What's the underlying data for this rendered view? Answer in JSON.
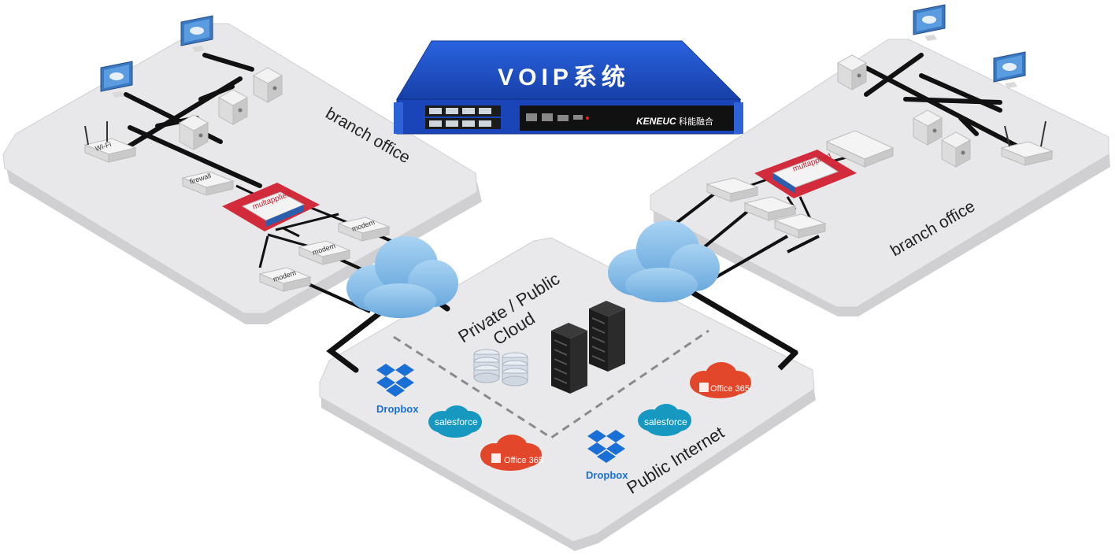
{
  "device": {
    "title": "VOIP系统",
    "brand": "KENEUC",
    "brand_cn": "科能融合"
  },
  "left_branch": {
    "title": "branch office",
    "wifi": "Wi-Fi",
    "firewall": "firewall",
    "router_brand": "multapplied",
    "modems": [
      "modem",
      "modem",
      "modem"
    ]
  },
  "right_branch": {
    "title": "branch office",
    "router_brand": "multapplied"
  },
  "center": {
    "private_cloud": "Private / Public\nCloud",
    "public_internet": "Public Internet",
    "dropbox": "Dropbox",
    "salesforce": "salesforce",
    "office365": "Office 365"
  },
  "colors": {
    "platform": "#e6e6e8",
    "platform_edge": "#c9c9cc",
    "device_blue": "#1f4fc6",
    "cloud_blue": "#8ec2ea",
    "router_red": "#d22b3b",
    "office_red": "#e3472b",
    "dropbox_blue": "#1a6fd6",
    "salesforce_blue": "#1798c1"
  }
}
